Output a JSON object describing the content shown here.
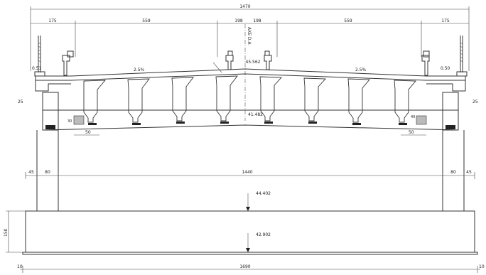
{
  "dimensions": {
    "overall_top": "1470",
    "top_segments": [
      "175",
      "559",
      "198",
      "198",
      "559",
      "175"
    ],
    "mid_left_a": "45",
    "mid_left_b": "80",
    "mid_span": "1440",
    "mid_right_b": "80",
    "mid_right_a": "45",
    "footing_height": "150",
    "footing_width": "1690",
    "footing_left_offset": "10",
    "footing_right_offset": "10",
    "deck_edge_left": "25",
    "deck_edge_right": "25",
    "slab_left": "0.51",
    "slab_right": "0.50",
    "cross_slope_left": "2.5%",
    "cross_slope_right": "2.5%",
    "bearing_block_left": "50",
    "bearing_block_right": "50",
    "bearing_block_h_left": "30",
    "bearing_block_h_right": "40"
  },
  "elevations": {
    "road_crown": "45.562",
    "girder_bottom": "41.482",
    "footing_top": "44.402",
    "footing_bottom": "42.902"
  },
  "labels": {
    "axis_label": "AXE D.A"
  }
}
